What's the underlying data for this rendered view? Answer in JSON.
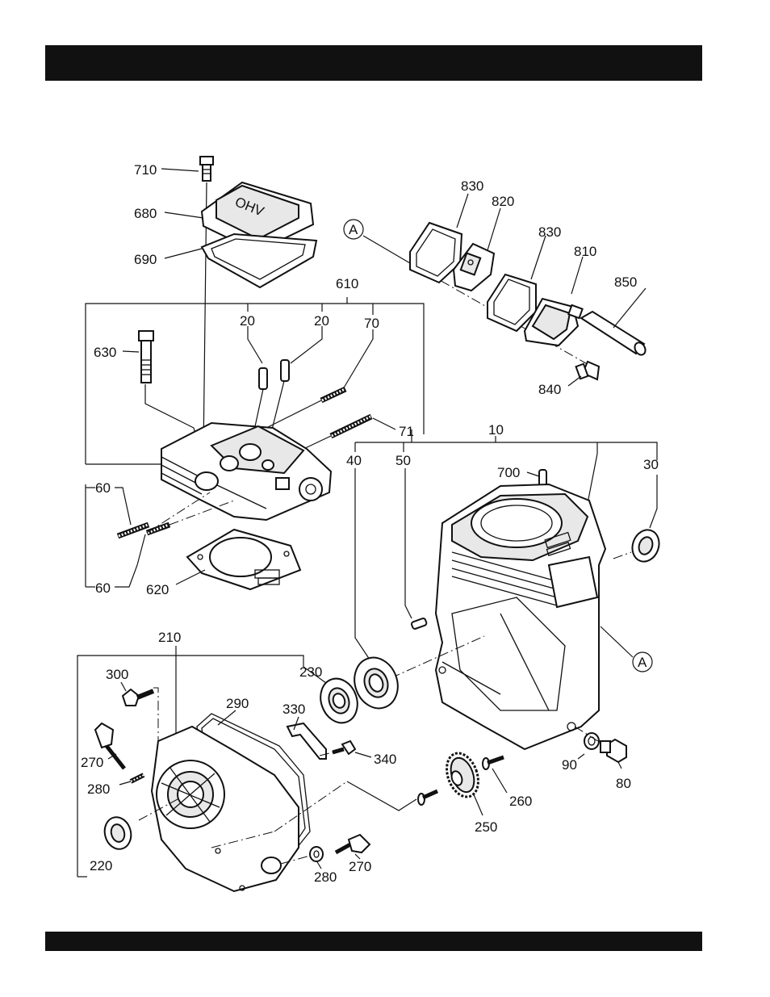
{
  "labels": {
    "l710": "710",
    "l680": "680",
    "l690": "690",
    "l610": "610",
    "l20a": "20",
    "l20b": "20",
    "l70": "70",
    "l630": "630",
    "l71": "71",
    "l60a": "60",
    "l60b": "60",
    "l620": "620",
    "l830a": "830",
    "l820": "820",
    "l830b": "830",
    "l810": "810",
    "l850": "850",
    "l840": "840",
    "lA1": "A",
    "l10": "10",
    "l40": "40",
    "l50": "50",
    "l700": "700",
    "l30": "30",
    "lA2": "A",
    "l90": "90",
    "l80": "80",
    "l210": "210",
    "l300": "300",
    "l230": "230",
    "l290": "290",
    "l330": "330",
    "l340": "340",
    "l270a": "270",
    "l280a": "280",
    "l260": "260",
    "l250": "250",
    "l220": "220",
    "l280b": "280",
    "l270b": "270"
  },
  "decals": {
    "ohv": "OHV"
  }
}
